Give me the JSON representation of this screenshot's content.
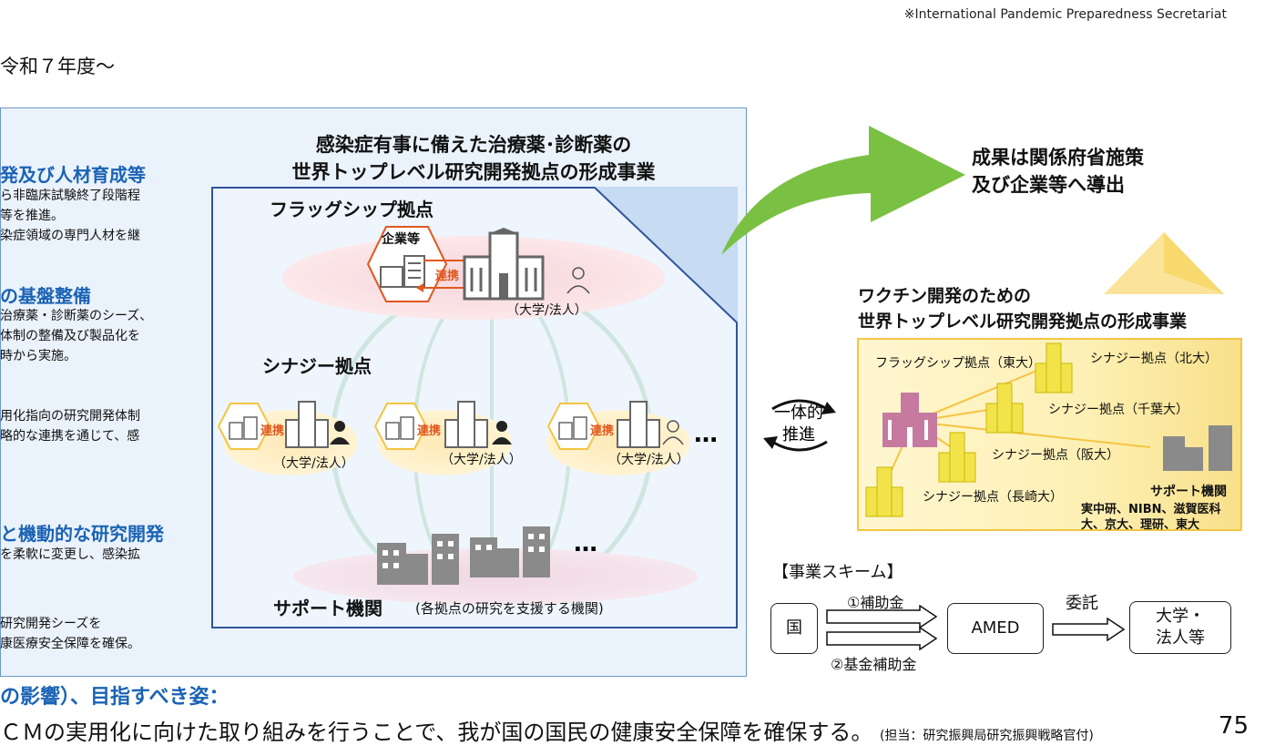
{
  "header_note": "※International Pandemic Preparedness Secretariat",
  "year_label": "令和７年度～",
  "left_column": {
    "sections": [
      {
        "heading": "発及び人材育成等",
        "lines": [
          "ら非臨床試験終了段階程",
          "等を推進。",
          "染症領域の専門人材を継"
        ]
      },
      {
        "heading": "の基盤整備",
        "lines": [
          "治療薬・診断薬のシーズ、",
          "体制の整備及び製品化を",
          "時から実施。"
        ]
      },
      {
        "heading": "",
        "lines": [
          "用化指向の研究開発体制",
          "略的な連携を通じて、感"
        ]
      },
      {
        "heading": "と機動的な研究開発",
        "lines": [
          "を柔軟に変更し、感染拡"
        ]
      },
      {
        "heading": "",
        "lines": [
          "研究開発シーズを",
          "康医療安全保障を確保。"
        ]
      }
    ]
  },
  "main_program": {
    "title_line1": "感染症有事に備えた治療薬･診断薬の",
    "title_line2": "世界トップレベル研究開発拠点の形成事業",
    "flagship_label": "フラッグシップ拠点",
    "company_label": "企業等",
    "renkei_label": "連携",
    "univ_label": "（大学/法人）",
    "synergy_label": "シナジー拠点",
    "synergy_nodes": [
      {
        "renkei": "連携",
        "label": "（大学/法人）"
      },
      {
        "renkei": "連携",
        "label": "（大学/法人）"
      },
      {
        "renkei": "連携",
        "label": "（大学/法人）"
      }
    ],
    "ellipsis": "…",
    "support_label": "サポート機関",
    "support_desc": "(各拠点の研究を支援する機関)"
  },
  "results_text": [
    "成果は関係府省施策",
    "及び企業等へ導出"
  ],
  "ittai": [
    "一体的",
    "推進"
  ],
  "vaccine": {
    "title_line1": "ワクチン開発のための",
    "title_line2": "世界トップレベル研究開発拠点の形成事業",
    "flagship": "フラッグシップ拠点（東大）",
    "synergy_hokudai": "シナジー拠点（北大）",
    "synergy_chiba": "シナジー拠点（千葉大）",
    "synergy_osaka": "シナジー拠点（阪大）",
    "synergy_nagasaki": "シナジー拠点（長崎大）",
    "support_title": "サポート機関",
    "support_line1": "実中研、NIBN、滋賀医科",
    "support_line2": "大、京大、理研、東大"
  },
  "scheme": {
    "title": "【事業スキーム】",
    "kuni": "国",
    "subsidy1": "①補助金",
    "subsidy2": "②基金補助金",
    "amed": "AMED",
    "itaku": "委託",
    "univ_line1": "大学・",
    "univ_line2": "法人等"
  },
  "bottom": {
    "heading": "の影響）、目指すべき姿：",
    "text": "ＣＭの実用化に向けた取り組みを行うことで、我が国の国民の健康安全保障を確保する。",
    "owner": "(担当：研究振興局研究振興戦略官付)",
    "page": "75"
  },
  "colors": {
    "heading_blue": "#1b63b5",
    "arrow_green": "#7ac143",
    "renkei_orange": "#e2571c",
    "vaccine_gold": "#f4c542"
  }
}
